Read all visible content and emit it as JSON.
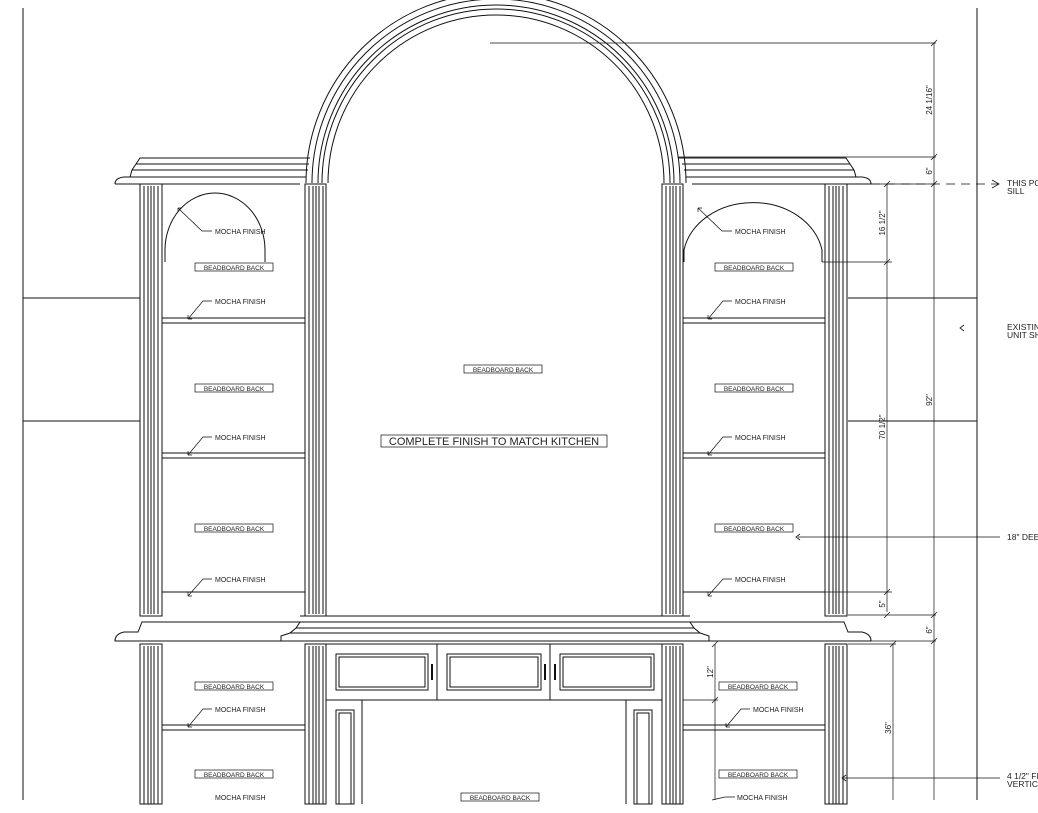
{
  "callouts": {
    "mocha_finish": "MOCHA FINISH",
    "beadboard_back": "BEADBOARD BACK",
    "complete_finish": "COMPLETE FINISH TO MATCH KITCHEN"
  },
  "dimensions": {
    "arch_height": "24 1/16\"",
    "crown_top": "6\"",
    "upper_arch_shelf": "16 1/2\"",
    "upper_cabinet": "70 1/2\"",
    "overall_height": "92\"",
    "upper_base": "5\"",
    "crown_mid": "6\"",
    "drawer_height": "12\"",
    "lower_height": "36\""
  },
  "side_notes": {
    "sill_line1": "THIS PC",
    "sill_line2": "SILL",
    "existing_line1": "EXISTIN",
    "existing_line2": "UNIT SH",
    "depth": "18\" DEE",
    "filler_line1": "4 1/2\" FI",
    "filler_line2": "VERTIC"
  }
}
